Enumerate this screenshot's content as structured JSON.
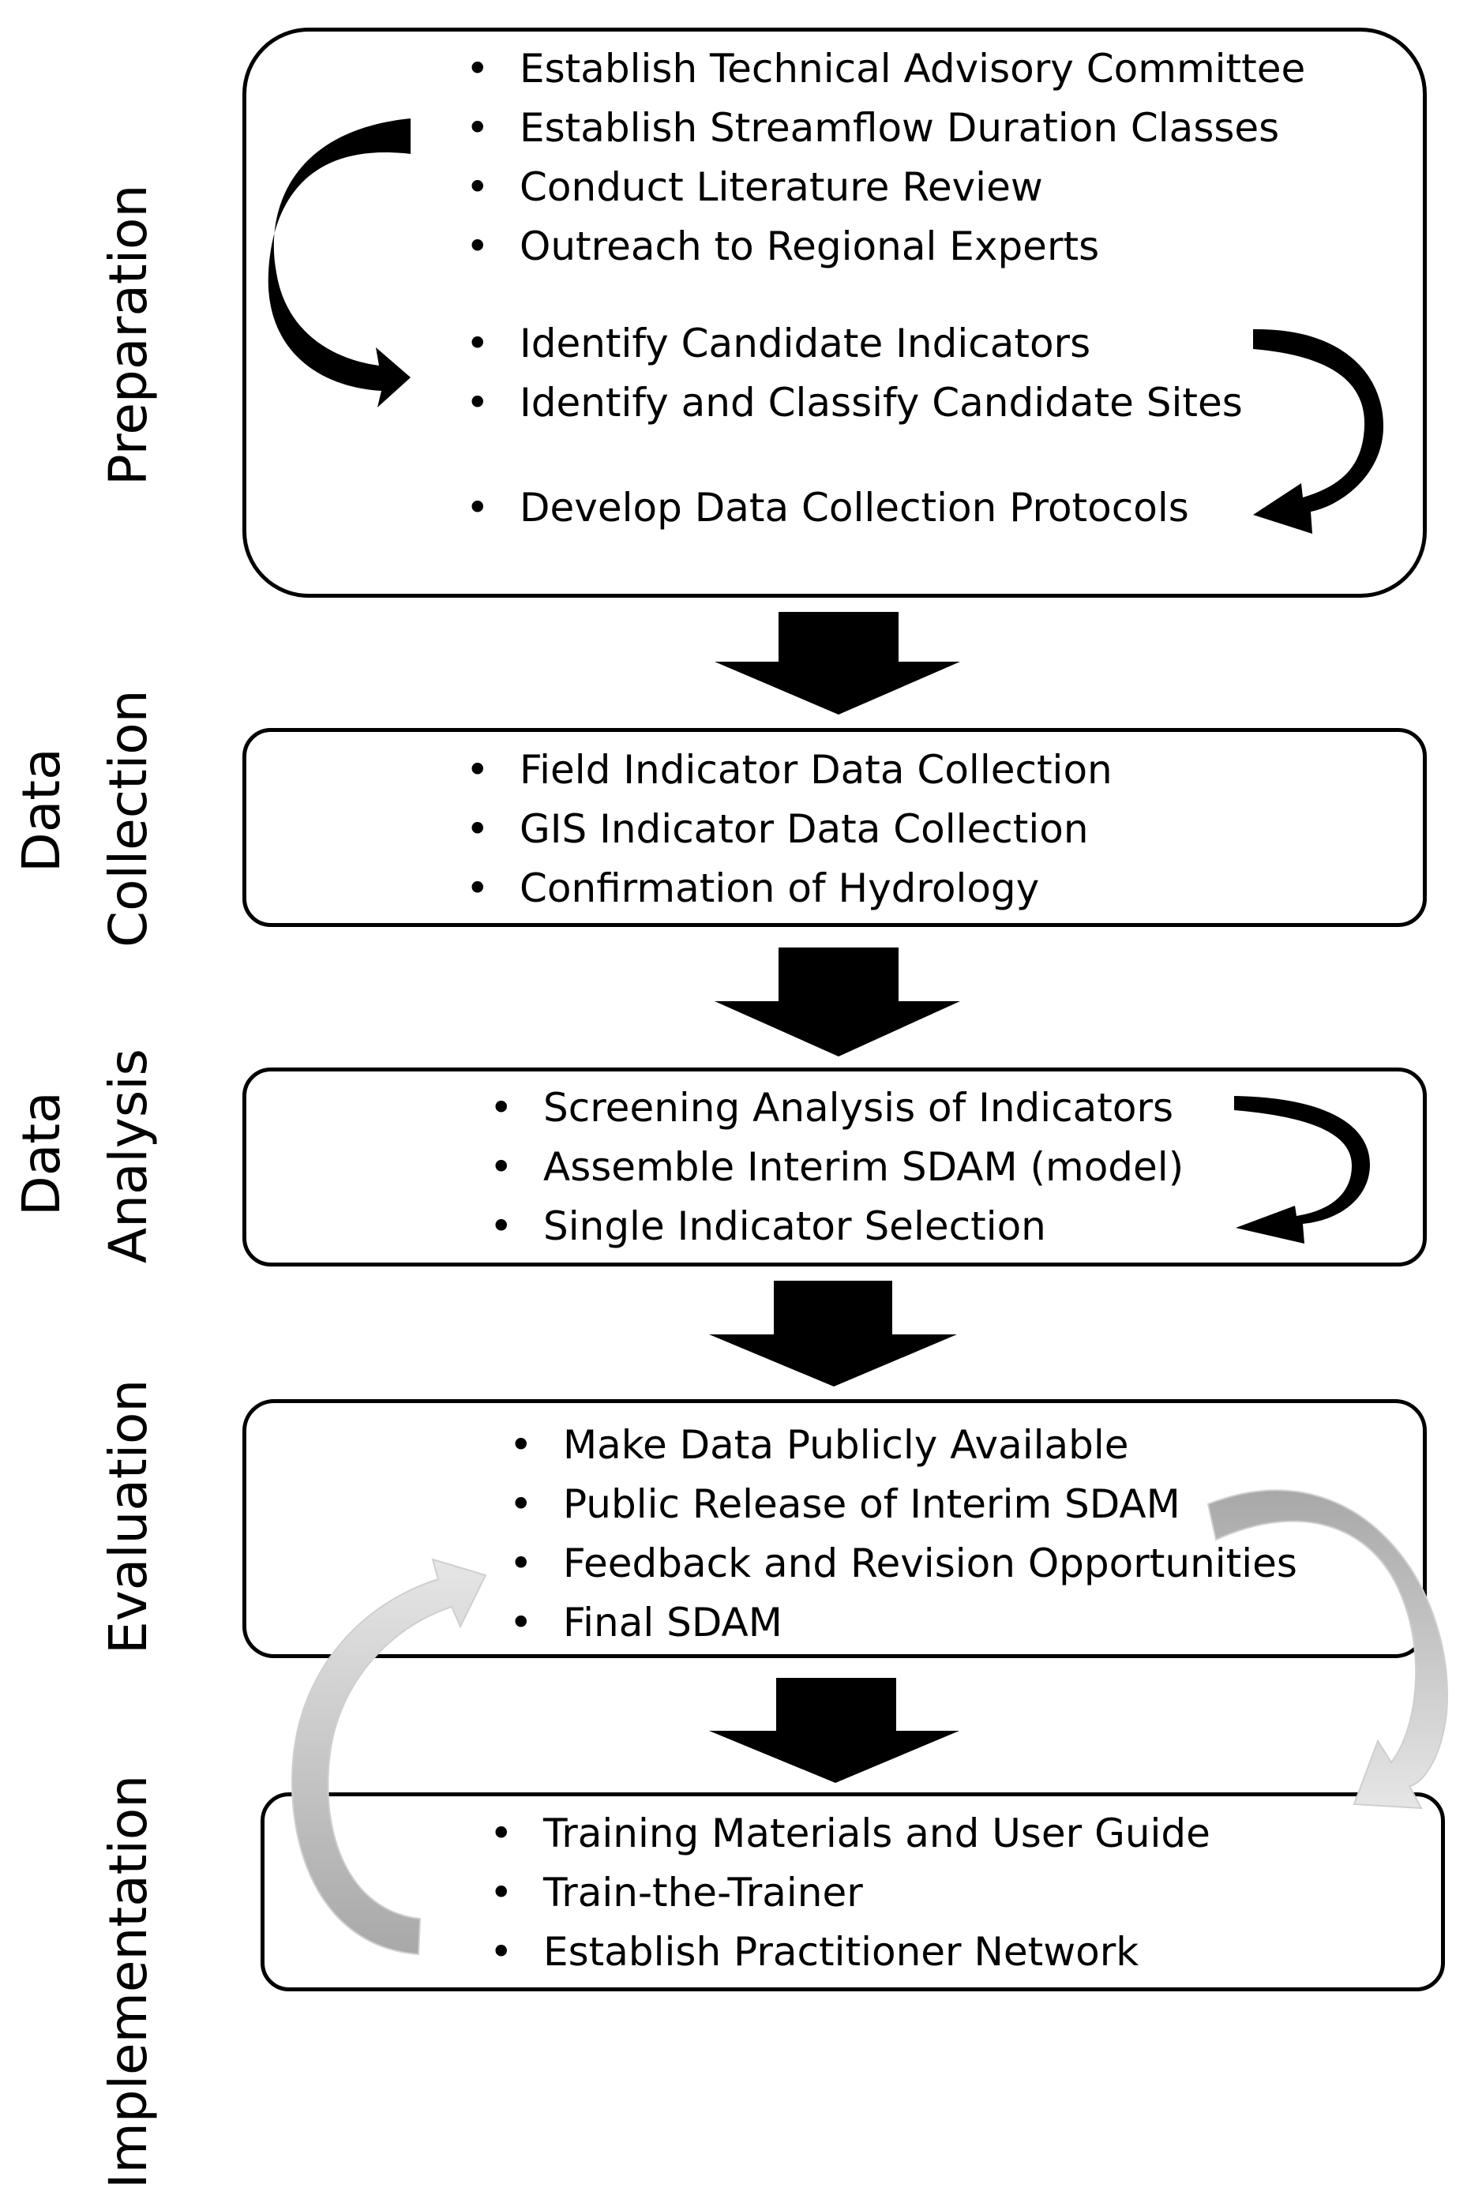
{
  "stages": [
    {
      "label_lines": [
        "Preparation"
      ],
      "items": [
        "Establish Technical Advisory Committee",
        "Establish Streamflow Duration Classes",
        "Conduct Literature Review",
        "Outreach to Regional Experts",
        "Identify Candidate Indicators",
        "Identify and Classify Candidate Sites",
        "Develop Data Collection Protocols"
      ]
    },
    {
      "label_lines": [
        "Data",
        "Collection"
      ],
      "items": [
        "Field Indicator Data Collection",
        "GIS Indicator Data Collection",
        "Confirmation of Hydrology"
      ]
    },
    {
      "label_lines": [
        "Data",
        "Analysis"
      ],
      "items": [
        "Screening Analysis of Indicators",
        "Assemble Interim SDAM (model)",
        "Single Indicator Selection"
      ]
    },
    {
      "label_lines": [
        "Evaluation"
      ],
      "items": [
        "Make Data Publicly Available",
        "Public Release of Interim SDAM",
        "Feedback and Revision Opportunities",
        "Final SDAM"
      ]
    },
    {
      "label_lines": [
        "Implementation"
      ],
      "items": [
        "Training Materials and User Guide",
        "Train-the-Trainer",
        "Establish Practitioner Network"
      ]
    }
  ],
  "bullet_glyph": "•",
  "colors": {
    "stroke": "#000000",
    "feedback_arrow_light": "#e6e6e6",
    "feedback_arrow_dark": "#a8a8a8"
  }
}
